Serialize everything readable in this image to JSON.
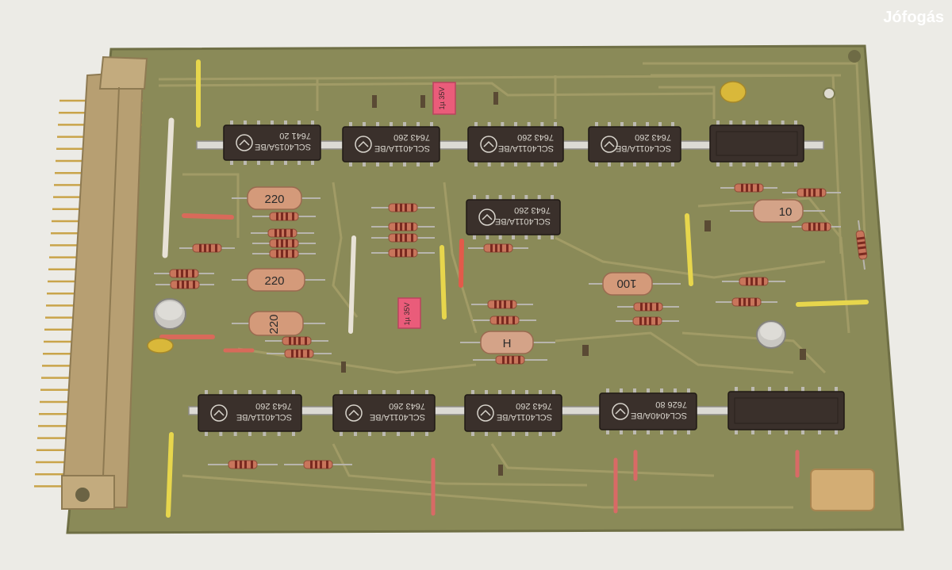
{
  "watermark": "Jófogás",
  "colors": {
    "background": "#ecebe6",
    "board": "#8a8a58",
    "board_edge": "#6f6f45",
    "trace": "#a7a06a",
    "connector": "#b79f72",
    "pins": "#c9a44a",
    "ic_body": "#3a302b",
    "resistor_body": "#c8755b",
    "resistor_band": "#7a2a20",
    "capacitor_body": "#d49a7a",
    "jumper_yellow": "#e7d64c",
    "jumper_white": "#e8e2d6",
    "cap_red": "#ea5c7a",
    "can": "#c9c7c2",
    "cork_pad": "#d3ad74"
  },
  "chips": {
    "top": [
      {
        "line1": "SCL4015A/BE",
        "line2": "7641  20"
      },
      {
        "line1": "SCL4011A/BE",
        "line2": "7643  260"
      },
      {
        "line1": "SCL4011A/BE",
        "line2": "7643  260"
      },
      {
        "line1": "SCL4011A/BE",
        "line2": "7643  260"
      },
      {
        "line1": "",
        "line2": ""
      }
    ],
    "middle": [
      {
        "line1": "SCL4011A/BE",
        "line2": "7643  260"
      }
    ],
    "bottom": [
      {
        "line1": "SCL4011A/BE",
        "line2": "7643  260"
      },
      {
        "line1": "SCL4011A/BE",
        "line2": "7643  260"
      },
      {
        "line1": "SCL4011A/BE",
        "line2": "7643  260"
      },
      {
        "line1": "SCL4040A/BE",
        "line2": "7626  80"
      },
      {
        "line1": "",
        "line2": ""
      }
    ]
  },
  "capacitor_labels": {
    "c1": "220",
    "c2": "220",
    "c3": "220",
    "c4": "H",
    "c5": "100",
    "c6": "10"
  },
  "red_caps": {
    "r1": "1µ 35V",
    "r2": "1µ 35V"
  }
}
